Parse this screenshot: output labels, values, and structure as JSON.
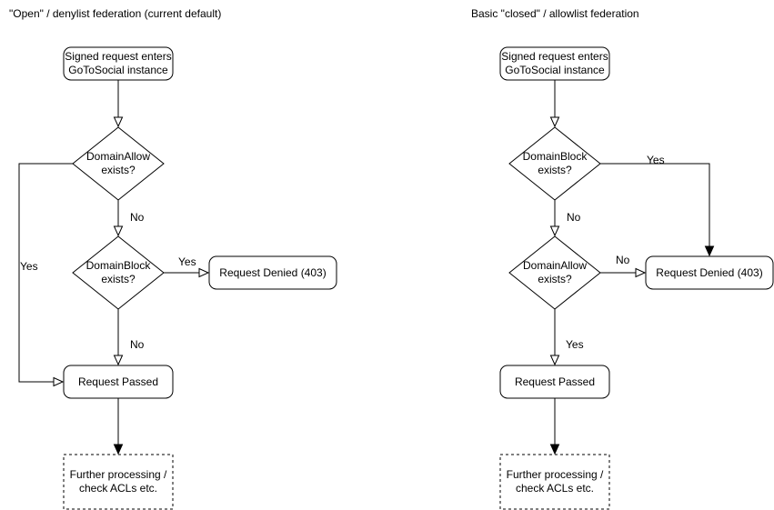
{
  "diagram": {
    "background_color": "#ffffff",
    "stroke_color": "#000000",
    "text_color": "#000000"
  },
  "left": {
    "title": "\"Open\" / denylist federation (current default)",
    "nodes": {
      "start": "Signed request enters\nGoToSocial instance",
      "domain_allow": "DomainAllow\nexists?",
      "domain_block": "DomainBlock\nexists?",
      "request_denied": "Request Denied (403)",
      "request_passed": "Request Passed",
      "further": "Further processing /\ncheck ACLs etc."
    },
    "labels": {
      "allow_yes": "Yes",
      "allow_no": "No",
      "block_yes": "Yes",
      "block_no": "No"
    }
  },
  "right": {
    "title": "Basic \"closed\" / allowlist federation",
    "nodes": {
      "start": "Signed request enters\nGoToSocial instance",
      "domain_block": "DomainBlock\nexists?",
      "domain_allow": "DomainAllow\nexists?",
      "request_denied": "Request Denied (403)",
      "request_passed": "Request Passed",
      "further": "Further processing /\ncheck ACLs etc."
    },
    "labels": {
      "block_yes": "Yes",
      "block_no": "No",
      "allow_no": "No",
      "allow_yes": "Yes"
    }
  }
}
